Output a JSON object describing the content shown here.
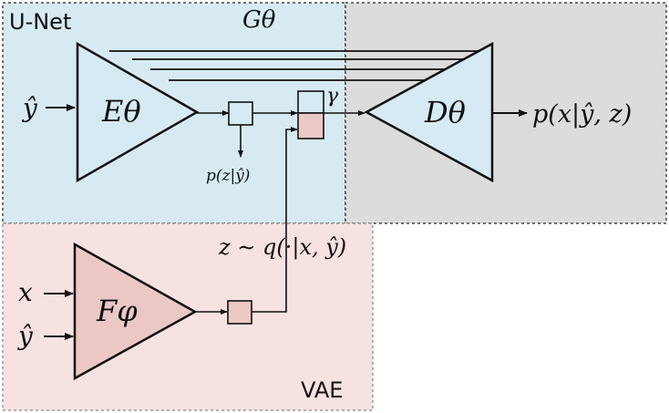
{
  "labels": {
    "unet": "U-Net",
    "g_theta": "Gθ",
    "vae": "VAE",
    "input_yhat_top": "ŷ",
    "encoder": "Eθ",
    "decoder": "Dθ",
    "output": "p(x|ŷ, z)",
    "prior": "p(z|ŷ)",
    "gamma": "γ",
    "posterior": "z ∼ q(·|x, ŷ)",
    "input_x": "x",
    "input_yhat_bottom": "ŷ",
    "posterior_net": "Fφ"
  },
  "colors": {
    "unet_bg": "#d7eaf2",
    "gtheta_bg": "#dcdcdc",
    "vae_bg": "#f6e2e0",
    "encoder_fill": "#d5eaf2",
    "decoder_fill": "#d5eaf2",
    "posterior_fill": "#ebc8c6",
    "latent_fill": "#ebc8c6",
    "border": "#111111"
  }
}
